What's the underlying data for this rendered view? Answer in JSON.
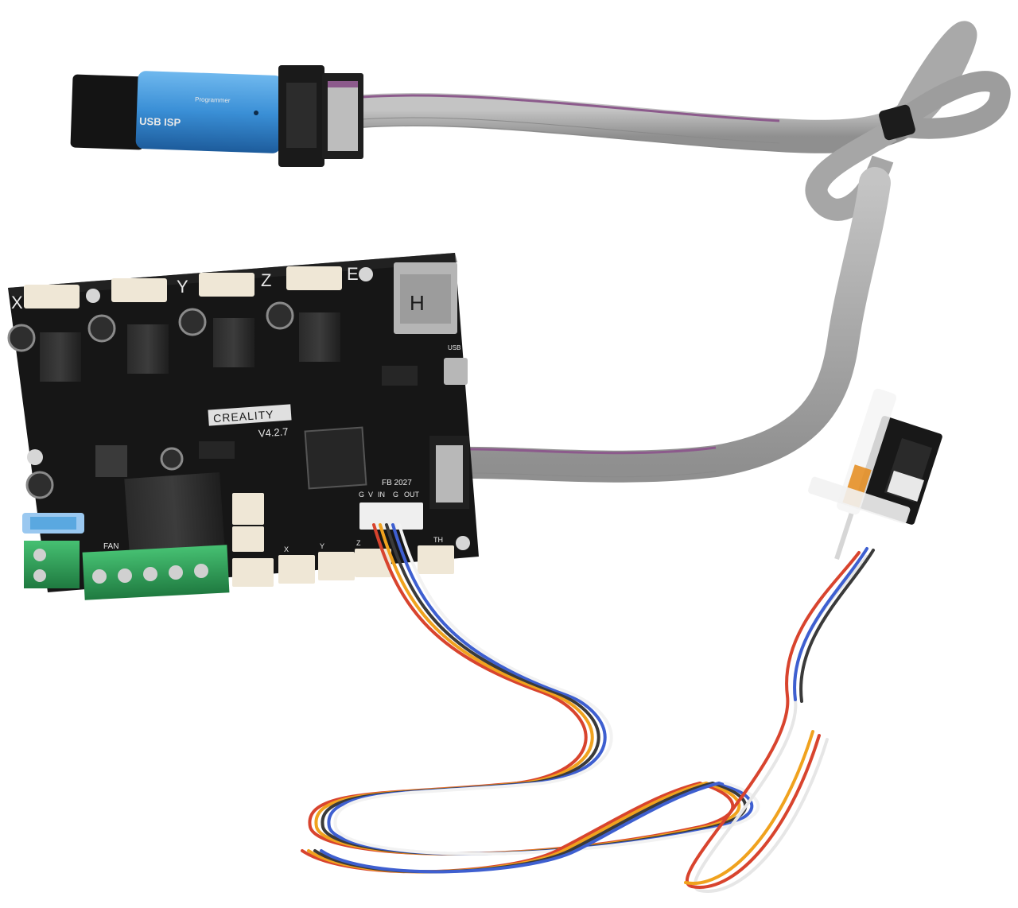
{
  "programmer": {
    "label": "USB ISP",
    "sublabel": "Programmer"
  },
  "board": {
    "brand": "CREALITY",
    "model": "V4.2.7",
    "date_code": "FB 2027",
    "axis_x": "X",
    "axis_y": "Y",
    "axis_z": "Z",
    "axis_e": "E",
    "usb_label": "USB",
    "sd_mark": "H",
    "bl_pins": [
      "G",
      "V",
      "IN",
      "G",
      "OUT"
    ],
    "bottom_ports": [
      "X",
      "Y",
      "Z",
      "TH"
    ],
    "fan_label": "FAN"
  },
  "colors": {
    "background": "#ffffff",
    "pcb": "#161616",
    "ribbon": "#a8a8a8",
    "programmer_body": "#3a8fd6",
    "terminal_block": "#2fa05a"
  }
}
